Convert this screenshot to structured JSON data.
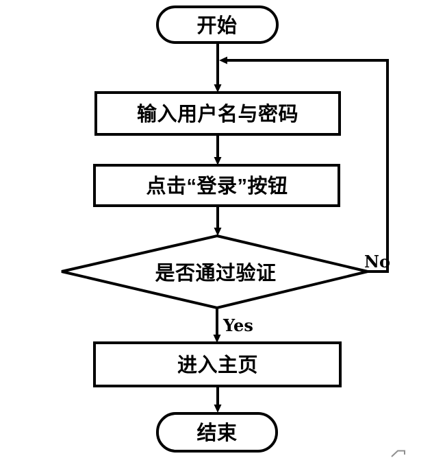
{
  "diagram": {
    "type": "flowchart",
    "colors": {
      "line": "#000000",
      "background": "#ffffff",
      "watermark_fragment": "#8f8f8f"
    },
    "nodes": {
      "start": {
        "shape": "terminator",
        "label": "开始"
      },
      "input_credentials": {
        "shape": "process",
        "label": "输入用户名与密码"
      },
      "click_login": {
        "shape": "process",
        "label": "点击“登录”按钮"
      },
      "verify": {
        "shape": "decision",
        "label": "是否通过验证"
      },
      "enter_home": {
        "shape": "process",
        "label": "进入主页"
      },
      "end": {
        "shape": "terminator",
        "label": "结束"
      }
    },
    "edge_labels": {
      "yes": "Yes",
      "no": "No"
    }
  }
}
